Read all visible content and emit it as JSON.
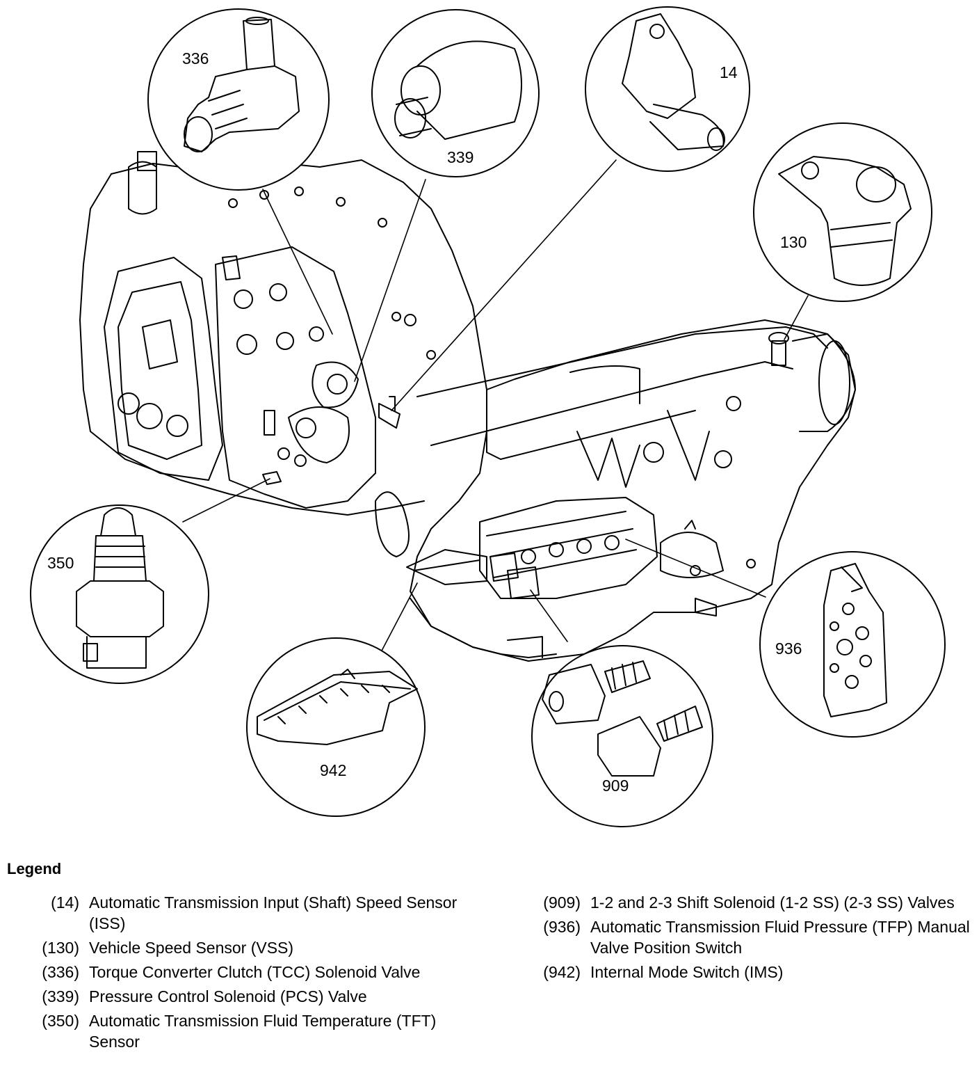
{
  "callouts": {
    "c336": "336",
    "c339": "339",
    "c14": "14",
    "c130": "130",
    "c350": "350",
    "c942": "942",
    "c909": "909",
    "c936": "936"
  },
  "legend": {
    "title": "Legend",
    "items": [
      {
        "num": "(14)",
        "desc": "Automatic Transmission Input (Shaft) Speed Sensor (ISS)"
      },
      {
        "num": "(130)",
        "desc": "Vehicle Speed Sensor (VSS)"
      },
      {
        "num": "(336)",
        "desc": "Torque Converter Clutch (TCC) Solenoid Valve"
      },
      {
        "num": "(339)",
        "desc": "Pressure Control Solenoid (PCS) Valve"
      },
      {
        "num": "(350)",
        "desc": "Automatic Transmission Fluid Temperature (TFT) Sensor"
      },
      {
        "num": "(909)",
        "desc": "1-2 and 2-3 Shift Solenoid (1-2 SS) (2-3 SS) Valves"
      },
      {
        "num": "(936)",
        "desc": "Automatic Transmission Fluid Pressure (TFP) Manual Valve Position Switch"
      },
      {
        "num": "(942)",
        "desc": "Internal Mode Switch (IMS)"
      }
    ]
  }
}
